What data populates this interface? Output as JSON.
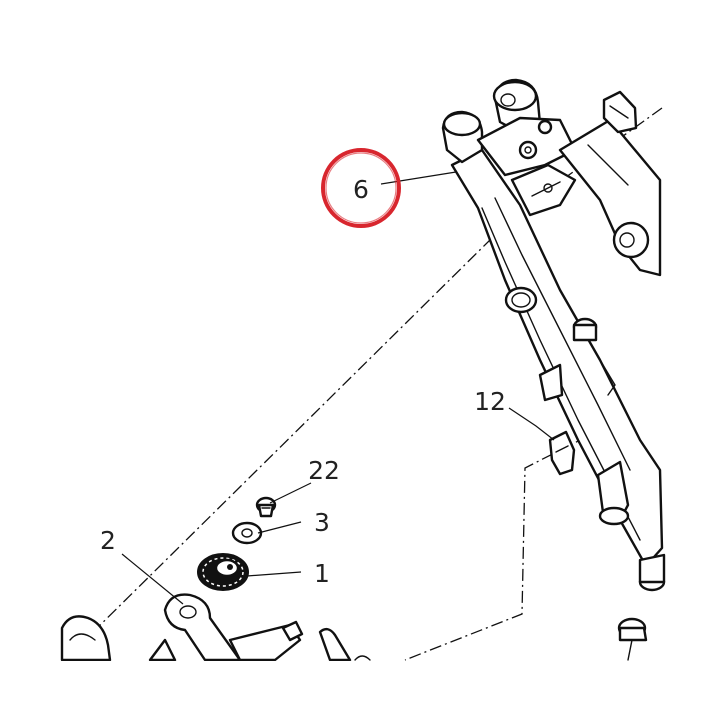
{
  "diagram": {
    "highlight_color": "#d8262e",
    "callouts": [
      {
        "id": "callout-6",
        "label": "6",
        "highlighted": true
      },
      {
        "id": "callout-12",
        "label": "12",
        "highlighted": false
      },
      {
        "id": "callout-22",
        "label": "22",
        "highlighted": false
      },
      {
        "id": "callout-3",
        "label": "3",
        "highlighted": false
      },
      {
        "id": "callout-2",
        "label": "2",
        "highlighted": false
      },
      {
        "id": "callout-1",
        "label": "1",
        "highlighted": false
      }
    ]
  }
}
